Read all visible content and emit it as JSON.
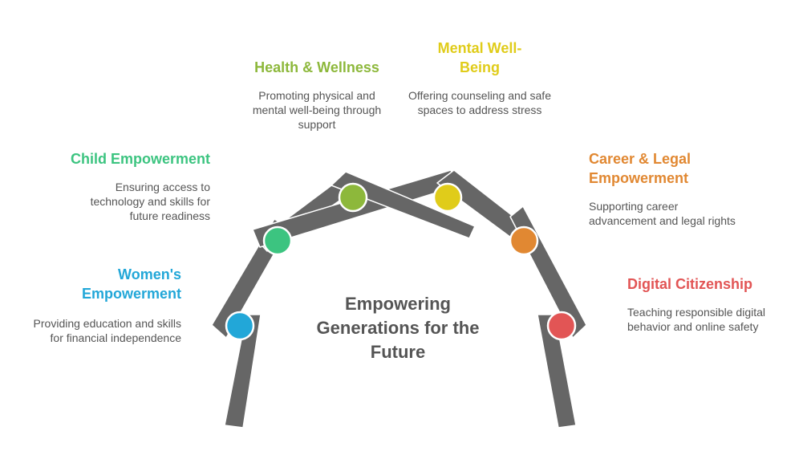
{
  "center_title": "Empowering Generations for the Future",
  "items": [
    {
      "title": "Women's Empowerment",
      "description": "Providing education and skills for financial independence",
      "color": "#22a7d8"
    },
    {
      "title": "Child Empowerment",
      "description": "Ensuring access to technology and skills for future readiness",
      "color": "#3cc480"
    },
    {
      "title": "Health & Wellness",
      "description": "Promoting physical and mental well-being through support",
      "color": "#8db83b"
    },
    {
      "title": "Mental Well-Being",
      "description": "Offering counseling and safe spaces to address stress",
      "color": "#e0cc1a"
    },
    {
      "title": "Career & Legal Empowerment",
      "description": "Supporting career advancement and legal rights",
      "color": "#e18832"
    },
    {
      "title": "Digital Citizenship",
      "description": "Teaching responsible digital behavior and online safety",
      "color": "#e25555"
    }
  ],
  "beam_color": "#666666"
}
